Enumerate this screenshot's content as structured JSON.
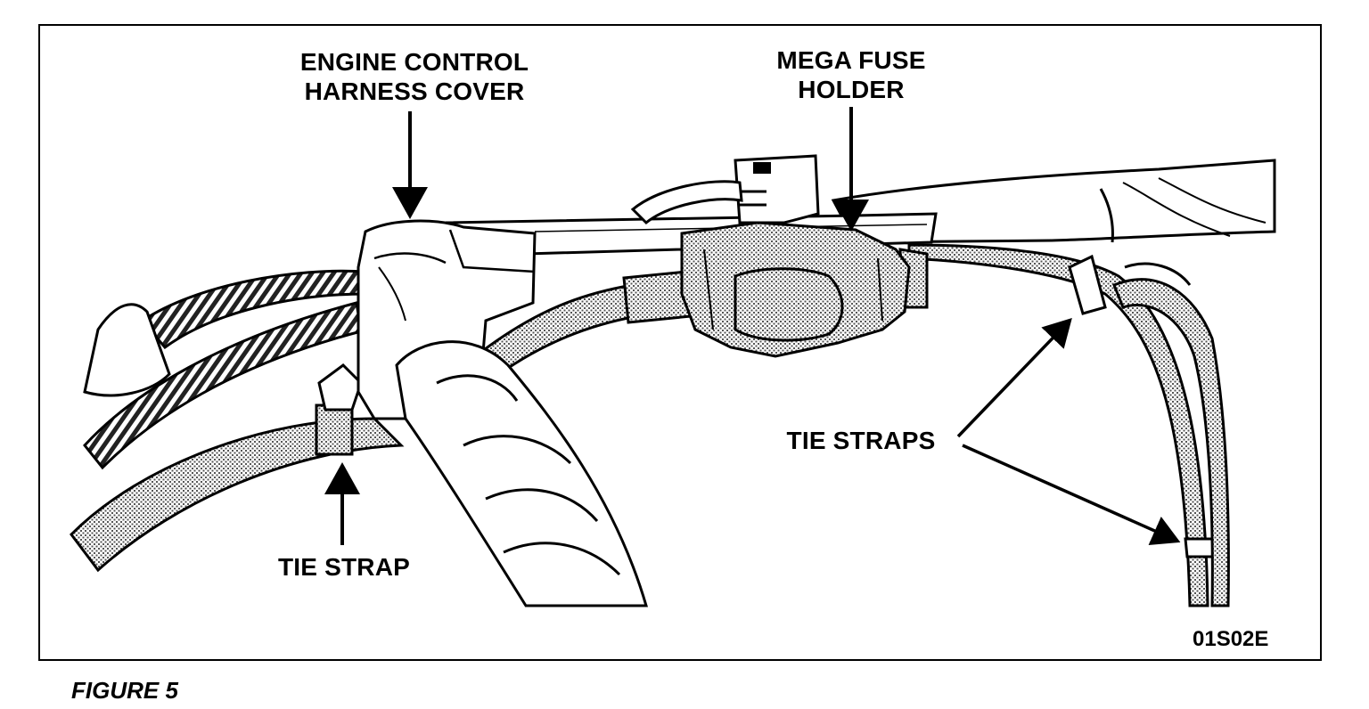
{
  "labels": {
    "engine_control_line1": "ENGINE CONTROL",
    "engine_control_line2": "HARNESS COVER",
    "mega_fuse_line1": "MEGA FUSE",
    "mega_fuse_line2": "HOLDER",
    "tie_strap": "TIE STRAP",
    "tie_straps": "TIE STRAPS"
  },
  "figure_id": "01S02E",
  "caption": "FIGURE 5"
}
